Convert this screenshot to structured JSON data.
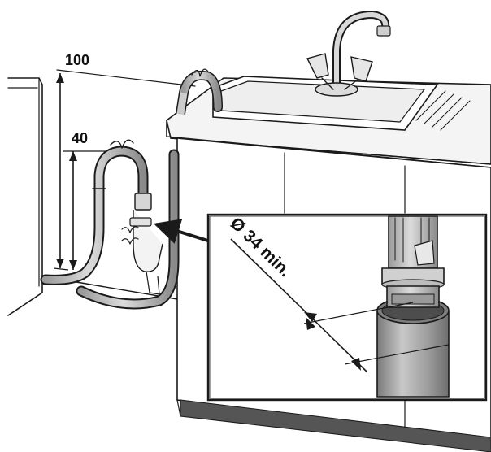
{
  "dimensions": {
    "height_upper": "100",
    "height_lower": "40",
    "diameter": "Ø 34 min."
  },
  "colors": {
    "ink": "#1a1a1a",
    "hose_fill": "#bdbdbd",
    "hose_dark": "#8a8a8a",
    "counter_fill": "#f2f2f2",
    "plinth": "#555555"
  }
}
